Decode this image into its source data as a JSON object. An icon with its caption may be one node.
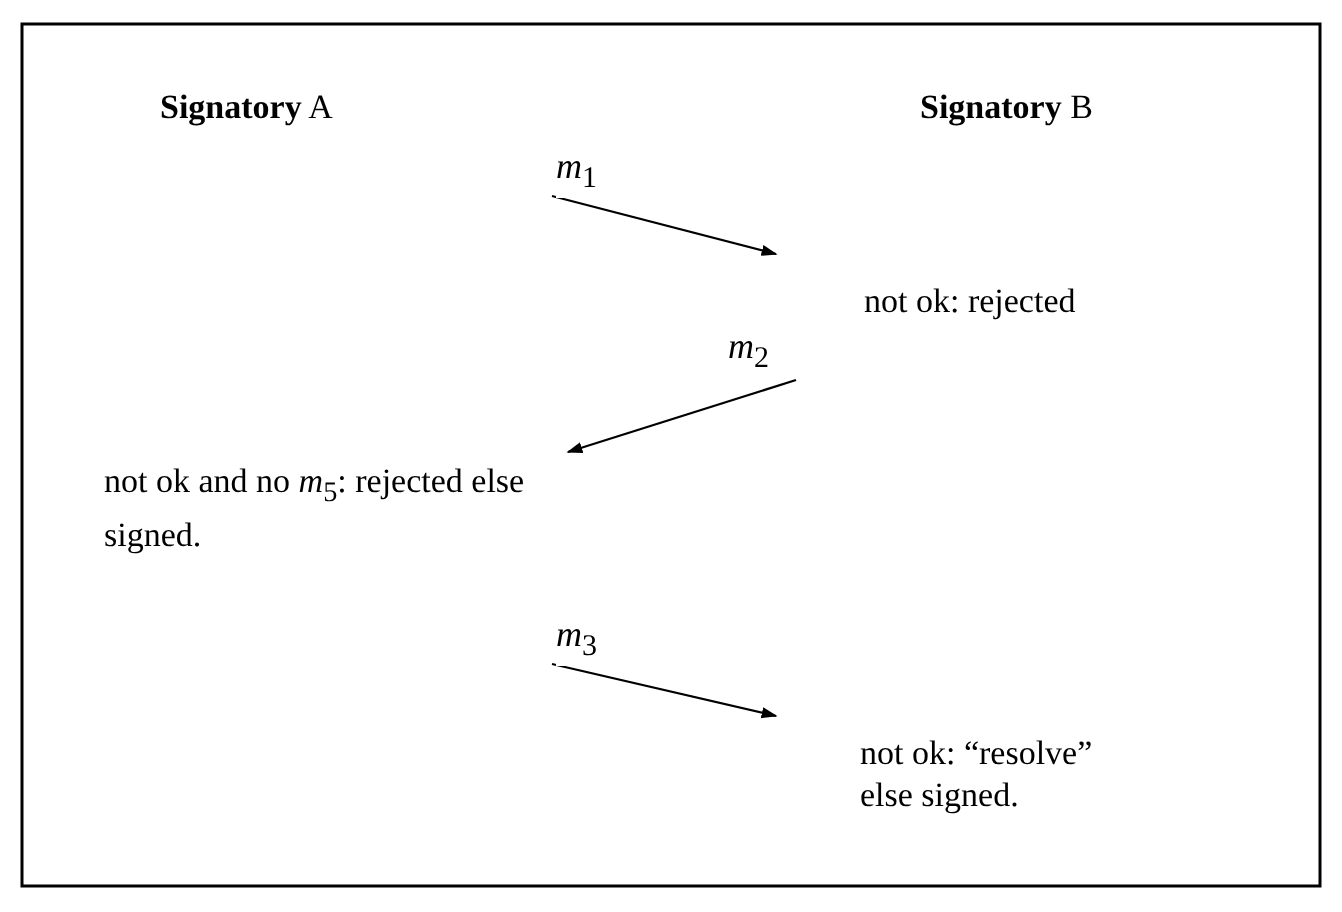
{
  "diagram": {
    "nodes": [
      {
        "text": [
          "not ok: rejected"
        ]
      },
      {
        "text": [
          "not ok and no *m*$_{5}$: rejected else signed."
        ]
      },
      {
        "text": [
          "not ok: “resolve” else signed."
        ]
      }
    ],
    "edges": [
      {
        "from": null,
        "to": 0,
        "arrow": "to",
        "label": "*m*$_{1}$"
      },
      {
        "from": 0,
        "to": 1,
        "arrow": "to",
        "label": "*m*$_{2}$"
      },
      {
        "from": null,
        "to": 2,
        "arrow": "to",
        "label": "*m*$_{3}$"
      }
    ],
    "labels": [
      "**Signatory** A",
      "**Signatory** B"
    ]
  }
}
